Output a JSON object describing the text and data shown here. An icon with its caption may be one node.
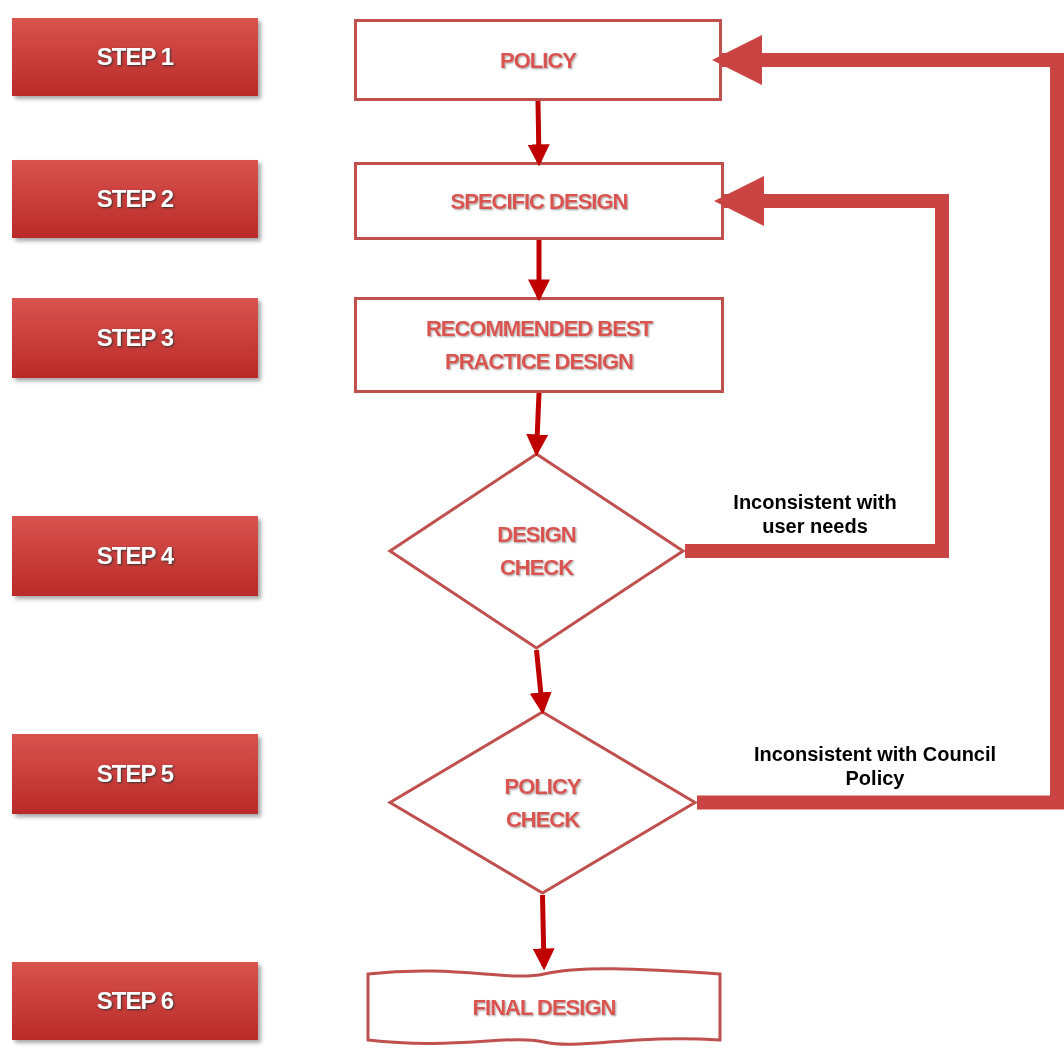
{
  "diagram": {
    "nodes": [
      {
        "text": [
          "STEP 1"
        ]
      },
      {
        "text": [
          "STEP 2"
        ]
      },
      {
        "text": [
          "STEP 3"
        ]
      },
      {
        "text": [
          "STEP 4"
        ]
      },
      {
        "text": [
          "STEP 5"
        ]
      },
      {
        "text": [
          "STEP 6"
        ]
      },
      {
        "text": [
          "POLICY"
        ]
      },
      {
        "text": [
          "SPECIFIC DESIGN"
        ]
      },
      {
        "text": [
          "RECOMMENDED BEST PRACTICE DESIGN"
        ]
      },
      {
        "text": [
          "DESIGN CHECK"
        ]
      },
      {
        "text": [
          "POLICY CHECK"
        ]
      },
      {
        "text": [
          "FINAL DESIGN"
        ]
      }
    ],
    "edges": [
      {
        "from": 6,
        "to": 7,
        "arrow": "to"
      },
      {
        "from": 7,
        "to": 8,
        "arrow": "to"
      },
      {
        "from": 8,
        "to": 9,
        "arrow": "to"
      },
      {
        "from": 9,
        "to": 10,
        "arrow": "to"
      },
      {
        "from": 10,
        "to": 11,
        "arrow": "to"
      },
      {
        "from": 9,
        "to": 7,
        "arrow": "to",
        "label": "Inconsistent with user needs",
        "style": "thick",
        "color": "#c94443"
      },
      {
        "from": 10,
        "to": 6,
        "arrow": "to",
        "label": "Inconsistent with Council Policy",
        "style": "thick",
        "color": "#c94443"
      }
    ]
  }
}
